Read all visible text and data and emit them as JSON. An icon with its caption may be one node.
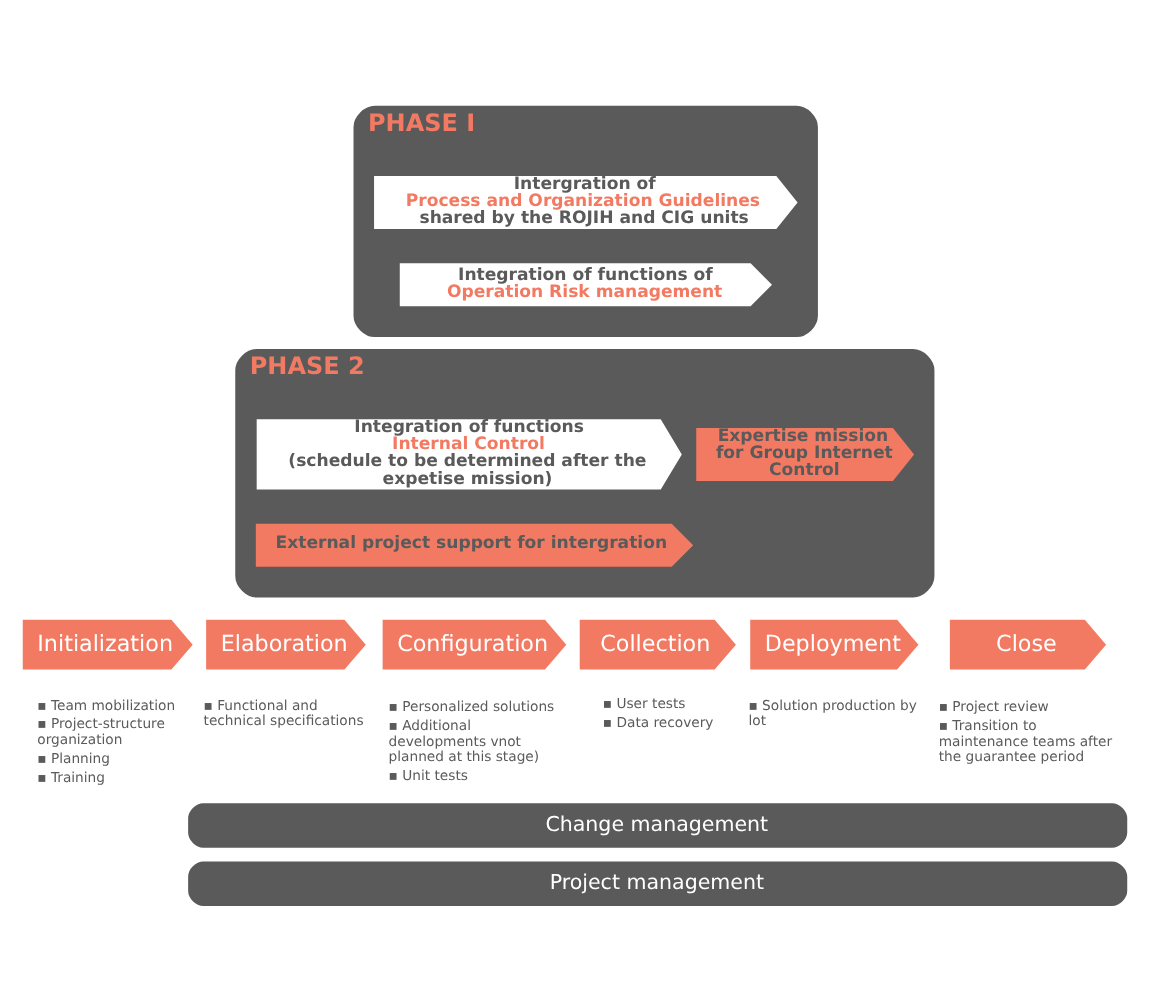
{
  "diagram": {
    "nodes": [
      {
        "text": [
          "PHASE I"
        ]
      },
      {
        "text": [
          "Intergration of",
          "Process and Organization Guidelines",
          "shared by the ROJIH and CIG units"
        ],
        "in": 0
      },
      {
        "text": [
          "Integration of functions of",
          "Operation Risk management"
        ],
        "in": 0
      },
      {
        "text": [
          "PHASE 2"
        ]
      },
      {
        "text": [
          "Expertise mission for Group Internet Control"
        ],
        "in": 3
      },
      {
        "text": [
          "Integration of functions",
          "Internal Control",
          "(schedule to be determined after the expetise mission)"
        ],
        "in": 3
      },
      {
        "text": [
          "External project support for intergration"
        ],
        "in": 3
      },
      {
        "text": [
          "Initialization"
        ],
        "beside": [
          "▪ Team mobilization",
          "▪ Project-structure organization",
          "▪ Planning",
          "▪ Training"
        ]
      },
      {
        "text": [
          "Elaboration"
        ],
        "beside": [
          "▪ Functional and technical specifications"
        ]
      },
      {
        "text": [
          "Configuration"
        ],
        "beside": [
          "▪ Personalized solutions",
          "▪ Additional developments vnot planned at this stage)",
          "▪ Unit tests"
        ]
      },
      {
        "text": [
          "Collection"
        ],
        "beside": [
          "▪ User tests",
          "▪ Data recovery"
        ]
      },
      {
        "text": [
          "Deployment"
        ],
        "beside": [
          "▪ Solution production by lot"
        ]
      },
      {
        "text": [
          "Close"
        ],
        "beside": [
          "▪ Project review",
          "▪ Transition to maintenance teams after the guarantee period"
        ]
      },
      {
        "text": [
          "Change management"
        ]
      },
      {
        "text": [
          "Project management"
        ]
      }
    ],
    "edges": []
  }
}
